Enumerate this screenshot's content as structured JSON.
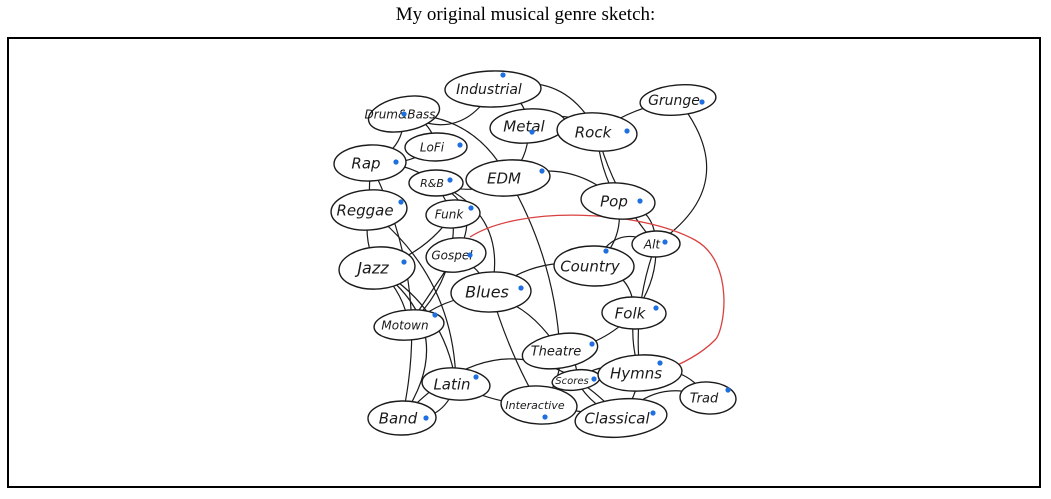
{
  "caption": "My original musical genre sketch:",
  "nodes": [
    {
      "id": "industrial",
      "label": "Industrial"
    },
    {
      "id": "drumbass",
      "label": "Drum&Bass"
    },
    {
      "id": "grunge",
      "label": "Grunge"
    },
    {
      "id": "metal",
      "label": "Metal"
    },
    {
      "id": "rock",
      "label": "Rock"
    },
    {
      "id": "rap",
      "label": "Rap"
    },
    {
      "id": "lofi",
      "label": "LoFi"
    },
    {
      "id": "rnb",
      "label": "R&B"
    },
    {
      "id": "edm",
      "label": "EDM"
    },
    {
      "id": "reggae",
      "label": "Reggae"
    },
    {
      "id": "funk",
      "label": "Funk"
    },
    {
      "id": "pop",
      "label": "Pop"
    },
    {
      "id": "alt",
      "label": "Alt"
    },
    {
      "id": "gospel",
      "label": "Gospel"
    },
    {
      "id": "jazz",
      "label": "Jazz"
    },
    {
      "id": "country",
      "label": "Country"
    },
    {
      "id": "blues",
      "label": "Blues"
    },
    {
      "id": "folk",
      "label": "Folk"
    },
    {
      "id": "motown",
      "label": "Motown"
    },
    {
      "id": "theatre",
      "label": "Theatre"
    },
    {
      "id": "latin",
      "label": "Latin"
    },
    {
      "id": "scores",
      "label": "Scores"
    },
    {
      "id": "hymns",
      "label": "Hymns"
    },
    {
      "id": "trad",
      "label": "Trad"
    },
    {
      "id": "band",
      "label": "Band"
    },
    {
      "id": "interactive",
      "label": "Interactive"
    },
    {
      "id": "classical",
      "label": "Classical"
    }
  ],
  "edges": [
    [
      "industrial",
      "drumbass"
    ],
    [
      "industrial",
      "metal"
    ],
    [
      "industrial",
      "rock"
    ],
    [
      "metal",
      "rock"
    ],
    [
      "metal",
      "edm"
    ],
    [
      "grunge",
      "rock"
    ],
    [
      "grunge",
      "alt"
    ],
    [
      "drumbass",
      "rap"
    ],
    [
      "drumbass",
      "lofi"
    ],
    [
      "drumbass",
      "edm"
    ],
    [
      "rap",
      "lofi"
    ],
    [
      "rap",
      "rnb"
    ],
    [
      "rap",
      "reggae"
    ],
    [
      "rap",
      "band"
    ],
    [
      "rock",
      "pop"
    ],
    [
      "rock",
      "alt"
    ],
    [
      "edm",
      "pop"
    ],
    [
      "edm",
      "theatre"
    ],
    [
      "edm",
      "rnb"
    ],
    [
      "rnb",
      "funk"
    ],
    [
      "rnb",
      "gospel"
    ],
    [
      "rnb",
      "blues"
    ],
    [
      "reggae",
      "jazz"
    ],
    [
      "reggae",
      "latin"
    ],
    [
      "funk",
      "jazz"
    ],
    [
      "funk",
      "motown"
    ],
    [
      "pop",
      "country"
    ],
    [
      "pop",
      "alt"
    ],
    [
      "gospel",
      "blues"
    ],
    [
      "gospel",
      "motown"
    ],
    [
      "jazz",
      "motown"
    ],
    [
      "jazz",
      "latin"
    ],
    [
      "jazz",
      "band"
    ],
    [
      "blues",
      "country"
    ],
    [
      "blues",
      "interactive"
    ],
    [
      "country",
      "alt"
    ],
    [
      "country",
      "folk"
    ],
    [
      "alt",
      "folk"
    ],
    [
      "alt",
      "hymns"
    ],
    [
      "folk",
      "theatre"
    ],
    [
      "folk",
      "hymns"
    ],
    [
      "motown",
      "theatre"
    ],
    [
      "theatre",
      "scores"
    ],
    [
      "theatre",
      "interactive"
    ],
    [
      "scores",
      "hymns"
    ],
    [
      "scores",
      "classical"
    ],
    [
      "hymns",
      "classical"
    ],
    [
      "hymns",
      "trad"
    ],
    [
      "latin",
      "interactive"
    ],
    [
      "latin",
      "band"
    ],
    [
      "band",
      "classical"
    ],
    [
      "interactive",
      "classical"
    ],
    [
      "classical",
      "trad"
    ]
  ],
  "colors": {
    "ink": "#1a1a1a",
    "dot": "#1f6fe0",
    "loop": "#d94040"
  }
}
